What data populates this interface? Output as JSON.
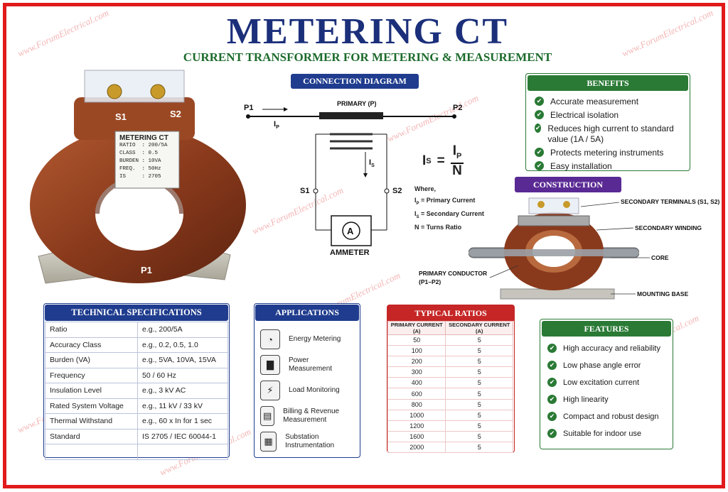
{
  "title": "METERING CT",
  "subtitle": "CURRENT TRANSFORMER FOR METERING & MEASUREMENT",
  "watermark": "www.ForumElectrical.com",
  "ct_photo": {
    "terminal_s1": "S1",
    "terminal_s2": "S2",
    "terminal_p1": "P1",
    "nameplate": {
      "title": "METERING CT",
      "lines": [
        "RATIO  : 200/5A",
        "CLASS  : 0.5",
        "BURDEN : 10VA",
        "FREQ.  : 50Hz",
        "IS     : 2705"
      ]
    }
  },
  "connection": {
    "header": "CONNECTION DIAGRAM",
    "p1": "P1",
    "p2": "P2",
    "primary": "PRIMARY (P)",
    "ip": "I",
    "ip_sub": "P",
    "is": "I",
    "is_sub": "S",
    "s1": "S1",
    "s2": "S2",
    "meter_symbol": "A",
    "meter_label": "AMMETER",
    "formula_lhs": "I",
    "formula_lhs_sub": "S",
    "formula_num": "I",
    "formula_num_sub": "P",
    "formula_den": "N",
    "where": "Where,",
    "defs": [
      {
        "sym": "I",
        "sub": "P",
        "text": "=  Primary Current"
      },
      {
        "sym": "I",
        "sub": "S",
        "text": "=  Secondary Current"
      },
      {
        "sym": "N",
        "sub": "",
        "text": "=  Turns Ratio"
      }
    ]
  },
  "benefits": {
    "header": "BENEFITS",
    "items": [
      "Accurate measurement",
      "Electrical isolation",
      "Reduces high current to standard value  (1A / 5A)",
      "Protects metering instruments",
      "Easy installation"
    ]
  },
  "construction": {
    "header": "CONSTRUCTION",
    "labels": [
      "SECONDARY TERMINALS (S1, S2)",
      "SECONDARY WINDING",
      "CORE",
      "PRIMARY CONDUCTOR (P1–P2)",
      "MOUNTING BASE"
    ]
  },
  "specs": {
    "header": "TECHNICAL SPECIFICATIONS",
    "rows": [
      [
        "Ratio",
        "e.g., 200/5A"
      ],
      [
        "Accuracy Class",
        "e.g., 0.2, 0.5, 1.0"
      ],
      [
        "Burden (VA)",
        "e.g., 5VA, 10VA, 15VA"
      ],
      [
        "Frequency",
        "50 / 60 Hz"
      ],
      [
        "Insulation Level",
        "e.g., 3 kV AC"
      ],
      [
        "Rated System Voltage",
        "e.g., 11 kV / 33 kV"
      ],
      [
        "Thermal Withstand",
        "e.g., 60 x In for 1 sec"
      ],
      [
        "Standard",
        "IS 2705 / IEC 60044-1"
      ],
      [
        "",
        ""
      ]
    ]
  },
  "applications": {
    "header": "APPLICATIONS",
    "items": [
      {
        "icon": "gauge-icon",
        "glyph": "◔",
        "label": "Energy Metering"
      },
      {
        "icon": "bar-chart-icon",
        "glyph": "▇",
        "label": "Power Measurement"
      },
      {
        "icon": "monitor-icon",
        "glyph": "⚡",
        "label": "Load Monitoring"
      },
      {
        "icon": "meter-icon",
        "glyph": "▤",
        "label": "Billing & Revenue Measurement"
      },
      {
        "icon": "substation-icon",
        "glyph": "▦",
        "label": "Substation Instrumentation"
      }
    ]
  },
  "ratios": {
    "header": "TYPICAL RATIOS",
    "col1": "PRIMARY CURRENT (A)",
    "col2": "SECONDARY CURRENT (A)",
    "rows": [
      [
        "50",
        "5"
      ],
      [
        "100",
        "5"
      ],
      [
        "200",
        "5"
      ],
      [
        "300",
        "5"
      ],
      [
        "400",
        "5"
      ],
      [
        "600",
        "5"
      ],
      [
        "800",
        "5"
      ],
      [
        "1000",
        "5"
      ],
      [
        "1200",
        "5"
      ],
      [
        "1600",
        "5"
      ],
      [
        "2000",
        "5"
      ]
    ]
  },
  "features": {
    "header": "FEATURES",
    "items": [
      "High accuracy and reliability",
      "Low phase angle error",
      "Low excitation current",
      "High linearity",
      "Compact and robust design",
      "Suitable for indoor use"
    ]
  },
  "colors": {
    "frame": "#e11b1b",
    "title": "#1b2f7a",
    "green": "#2a7a35",
    "blue": "#1f3c8e",
    "ct_brown": "#8a3a1c"
  }
}
